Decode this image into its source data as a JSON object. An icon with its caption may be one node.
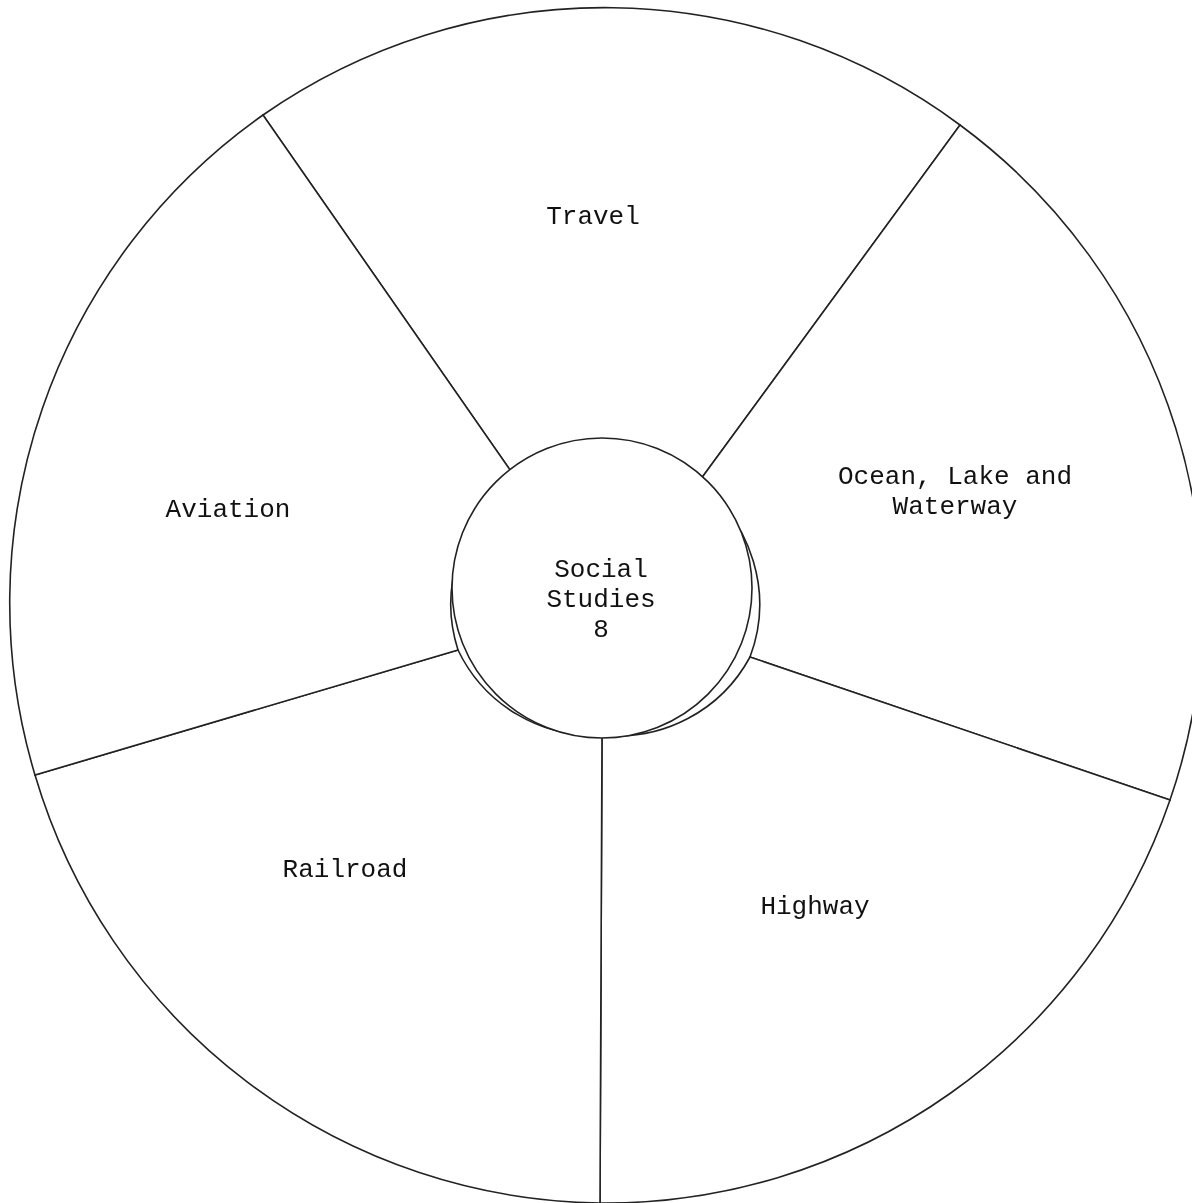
{
  "diagram": {
    "nodes": [
      {
        "text": [
          "Social Studies 8"
        ]
      },
      {
        "text": [
          "Travel"
        ]
      },
      {
        "text": [
          "Ocean, Lake and Waterway"
        ]
      },
      {
        "text": [
          "Highway"
        ]
      },
      {
        "text": [
          "Railroad"
        ]
      },
      {
        "text": [
          "Aviation"
        ]
      }
    ]
  }
}
